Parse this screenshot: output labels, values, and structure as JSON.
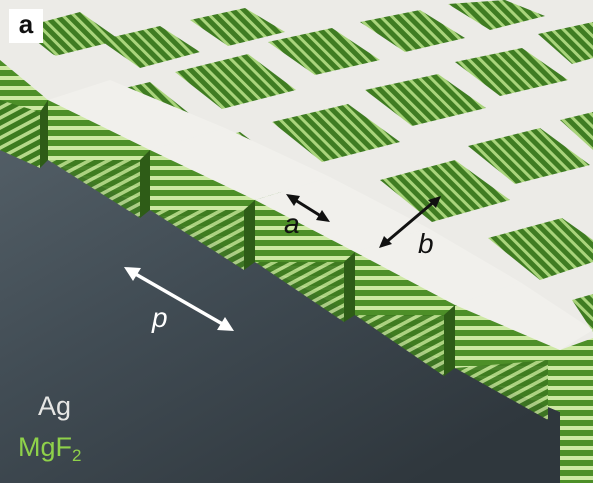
{
  "panel_label": "a",
  "dimension_labels": {
    "a": "a",
    "b": "b",
    "p": "p"
  },
  "legend": {
    "ag": {
      "label": "Ag",
      "color": "#e6e6e4"
    },
    "mgf2": {
      "label": "MgF",
      "subscript": "2",
      "color": "#8fd14a"
    }
  },
  "colors": {
    "silver_top": "#ecebe7",
    "mgf2_green": "#5a9a2e",
    "background_dark": "#3f4a52",
    "arrow_black": "#111111",
    "arrow_white": "#ffffff"
  }
}
